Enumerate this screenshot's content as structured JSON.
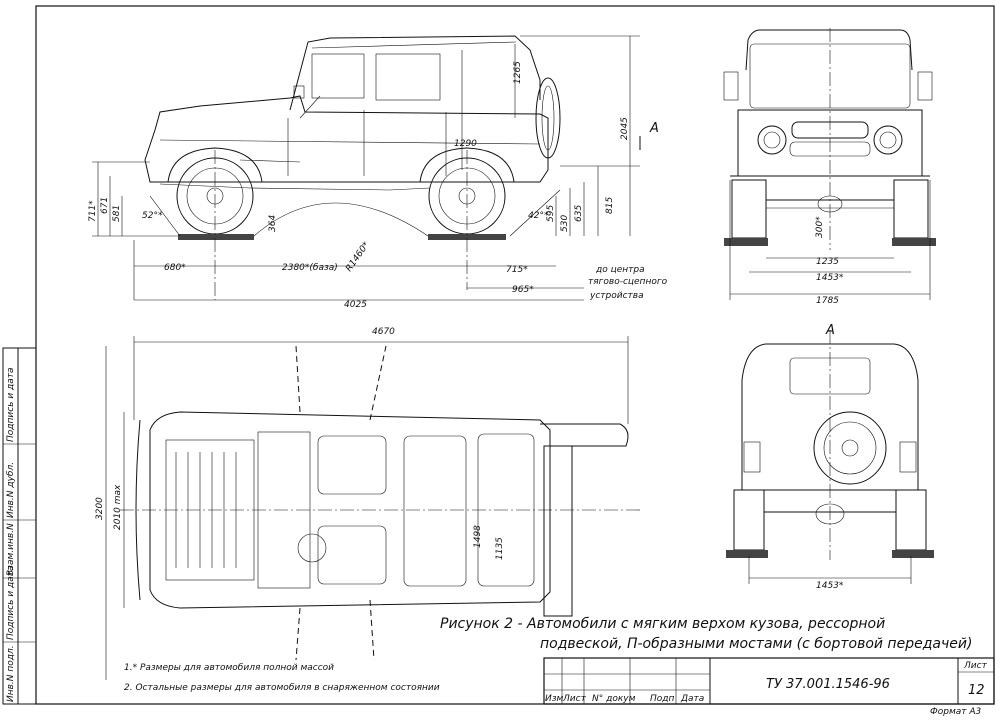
{
  "drawing": {
    "view_label_a_side": "A",
    "view_label_a_rear": "A",
    "side_dims": {
      "d_711": "711*",
      "d_671": "671",
      "d_581": "581",
      "angle_front": "52°*",
      "d_364": "364",
      "radius": "R1460*",
      "angle_rear": "42°*",
      "d_1265": "1265",
      "d_1290": "1290",
      "d_2045": "2045",
      "d_595": "595",
      "d_530": "530",
      "d_635": "635",
      "d_815": "815",
      "d_680": "680*",
      "wheelbase": "2380*(база)",
      "d_715": "715*",
      "d_965": "965*",
      "d_4025": "4025",
      "hitch_note_1": "до центра",
      "hitch_note_2": "тягово-сцепного",
      "hitch_note_3": "устройства"
    },
    "front_dims": {
      "d_300": "300*",
      "d_1235": "1235",
      "d_1453": "1453*",
      "d_1785": "1785"
    },
    "top_dims": {
      "d_4670": "4670",
      "d_3200": "3200",
      "d_2010": "2010 max",
      "d_1498": "1498",
      "d_1135": "1135"
    },
    "rear_dims": {
      "d_1453": "1453*"
    }
  },
  "caption": {
    "line1": "Рисунок 2 - Автомобили с мягким верхом кузова, рессорной",
    "line2": "подвеской, П-образными мостами (с бортовой передачей)"
  },
  "notes": {
    "note1": "1.* Размеры для автомобиля полной массой",
    "note2": "2. Остальные размеры для автомобиля в снаряженном состоянии"
  },
  "margin_stamp": [
    "Инв.N подл.",
    "Подпись и дата",
    "Взам.инв.N",
    "Инв.N дубл.",
    "Подпись и дата"
  ],
  "title_block": {
    "cols": [
      "Изм",
      "Лист",
      "N° докум",
      "Подп",
      "Дата"
    ],
    "doc_code": "ТУ 37.001.1546-96",
    "sheet_label": "Лист",
    "sheet_number": "12",
    "format": "Формат А3"
  }
}
